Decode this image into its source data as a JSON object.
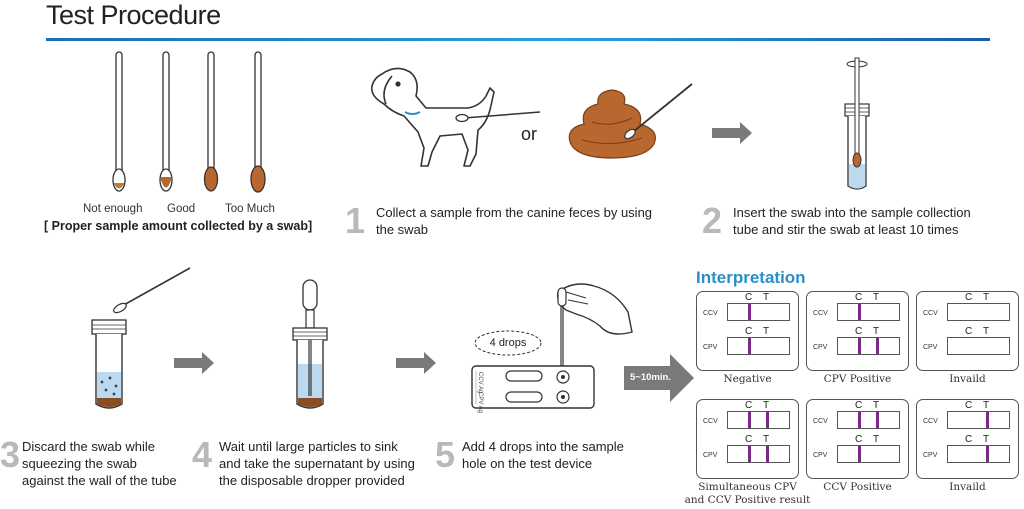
{
  "header": {
    "title": "Test Procedure"
  },
  "swab_labels": [
    "Not enough",
    "Good",
    "Too Much"
  ],
  "swab_caption": "[ Proper sample amount collected by a swab]",
  "or_text": "or",
  "steps": [
    {
      "num": "1",
      "text_lines": [
        "Collect a sample from the canine feces by using",
        "the swab"
      ]
    },
    {
      "num": "2",
      "text_lines": [
        "Insert the swab into the sample collection",
        "tube and stir the swab at least 10 times"
      ]
    },
    {
      "num": "3",
      "text_lines": [
        "Discard the swab while",
        "squeezing the swab",
        "against the wall of the tube"
      ]
    },
    {
      "num": "4",
      "text_lines": [
        "Wait until large particles to sink",
        "and take the supernatant by using",
        "the disposable dropper provided"
      ]
    },
    {
      "num": "5",
      "text_lines": [
        "Add 4 drops into the sample",
        "hole on the test device"
      ]
    }
  ],
  "drops_label": "4 drops",
  "time_label": "5~10min.",
  "interpretation": {
    "title": "Interpretation",
    "line_c": "C",
    "line_t": "T",
    "row_ccv": "CCV",
    "row_cpv": "CPV",
    "results": [
      {
        "label_lines": [
          "Negative"
        ],
        "ccv": [
          "C"
        ],
        "cpv": [
          "C"
        ]
      },
      {
        "label_lines": [
          "CPV Positive"
        ],
        "ccv": [
          "C"
        ],
        "cpv": [
          "C",
          "T"
        ]
      },
      {
        "label_lines": [
          "Invaild"
        ],
        "ccv": [],
        "cpv": []
      },
      {
        "label_lines": [
          "Simultaneous CPV",
          "and CCV Positive result"
        ],
        "ccv": [
          "C",
          "T"
        ],
        "cpv": [
          "C",
          "T"
        ]
      },
      {
        "label_lines": [
          "CCV Positive"
        ],
        "ccv": [
          "C",
          "T"
        ],
        "cpv": [
          "C"
        ]
      },
      {
        "label_lines": [
          "Invaild"
        ],
        "ccv": [
          "T"
        ],
        "cpv": [
          "T"
        ]
      }
    ]
  },
  "device_labels": [
    "CCV Ag",
    "CPV Ag"
  ],
  "colors": {
    "accent": "#2a8fc9",
    "line": "#7a2a86",
    "feces": "#b8672f",
    "arrow": "#7a7a7a",
    "stepnum": "#b9b9b9"
  }
}
